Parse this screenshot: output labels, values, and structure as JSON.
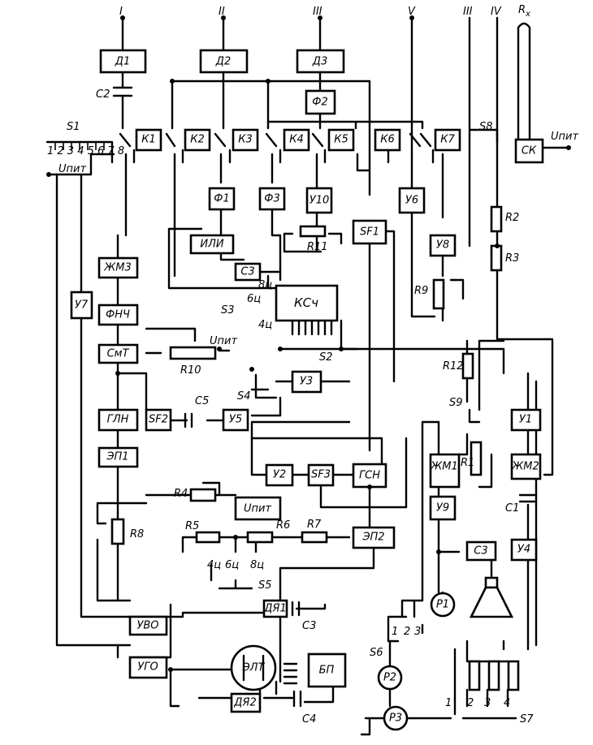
{
  "inputs": {
    "in1": "I",
    "in2": "II",
    "in3": "III",
    "in5": "V",
    "in3b": "III",
    "in4": "IV",
    "rx": "R",
    "rx_sub": "x"
  },
  "blocks": {
    "d1": "Д1",
    "d2": "Д2",
    "d3": "Д3",
    "f2": "Ф2",
    "k1": "К1",
    "k2": "К2",
    "k3": "К3",
    "k4": "К4",
    "k5": "К5",
    "k6": "К6",
    "k7": "К7",
    "sk": "СК",
    "f1": "Ф1",
    "f3": "Ф3",
    "u10": "У10",
    "u6": "У6",
    "sf1": "SF1",
    "ili": "ИЛИ",
    "c3a": "С3",
    "ksch": "КСч",
    "u8": "У8",
    "zhm3": "ЖМ3",
    "u7": "У7",
    "fnch": "ФНЧ",
    "smt": "СмТ",
    "u3": "У3",
    "gln": "ГЛН",
    "sf2": "SF2",
    "u5": "У5",
    "u1": "У1",
    "ep1": "ЭП1",
    "zhm1": "ЖМ1",
    "zhm2": "ЖМ2",
    "u2": "У2",
    "sf3": "SF3",
    "gsn": "ГСН",
    "upit_box": "Uпит",
    "u9": "У9",
    "u4": "У4",
    "ep2": "ЭП2",
    "c3b": "С3",
    "uvo": "УВО",
    "dya1": "ДЯ1",
    "ugo": "УГО",
    "elt": "ЭЛТ",
    "bp": "БП",
    "dya2": "ДЯ2"
  },
  "labels": {
    "c2": "С2",
    "s1": "S1",
    "s1_pos": "1 2 3 4 5 6 7 8",
    "upit1": "Uпит",
    "s8": "S8",
    "upit2": "Uпит",
    "r2": "R2",
    "r3": "R3",
    "r11": "R11",
    "r9": "R9",
    "s3": "S3",
    "ts8a": "8ц",
    "ts6a": "6ц",
    "ts4a": "4ц",
    "r10": "R10",
    "upit3": "Uпит",
    "s2": "S2",
    "r12": "R12",
    "s4": "S4",
    "c5": "С5",
    "s9": "S9",
    "r1": "R1",
    "r4": "R4",
    "c1": "С1",
    "r8": "R8",
    "r5": "R5",
    "r6": "R6",
    "r7": "R7",
    "ts4b": "4ц",
    "ts6b": "6ц",
    "ts8b": "8ц",
    "s5": "S5",
    "p1": "Р1",
    "c3lbl": "С3",
    "c4": "С4",
    "s6": "S6",
    "s6_1": "1",
    "s6_2": "2",
    "s6_3": "3",
    "p2": "Р2",
    "p3": "Р3",
    "s7": "S7",
    "s7_1": "1",
    "s7_2": "2",
    "s7_3": "3",
    "s7_4": "4"
  }
}
